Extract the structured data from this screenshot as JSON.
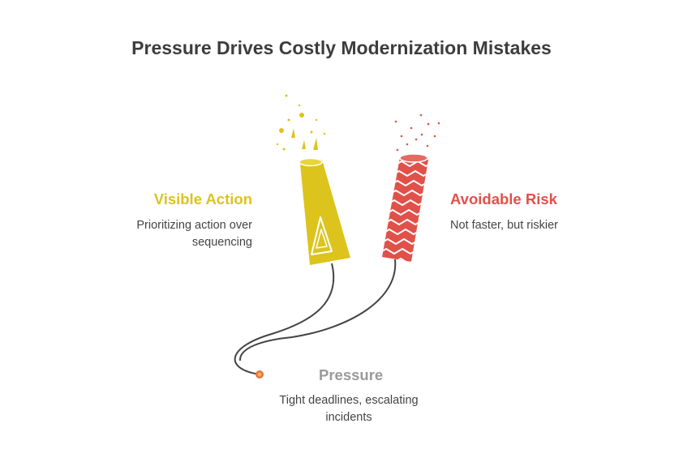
{
  "title": "Pressure Drives Costly Modernization Mistakes",
  "colors": {
    "yellow": "#dcc41c",
    "red": "#e0514a",
    "gray": "#9a9a9a",
    "fuse": "#444444"
  },
  "items": {
    "visible_action": {
      "title": "Visible Action",
      "description": "Prioritizing action over sequencing"
    },
    "avoidable_risk": {
      "title": "Avoidable Risk",
      "description": "Not faster, but riskier"
    },
    "pressure": {
      "title": "Pressure",
      "description": "Tight deadlines, escalating incidents"
    }
  }
}
